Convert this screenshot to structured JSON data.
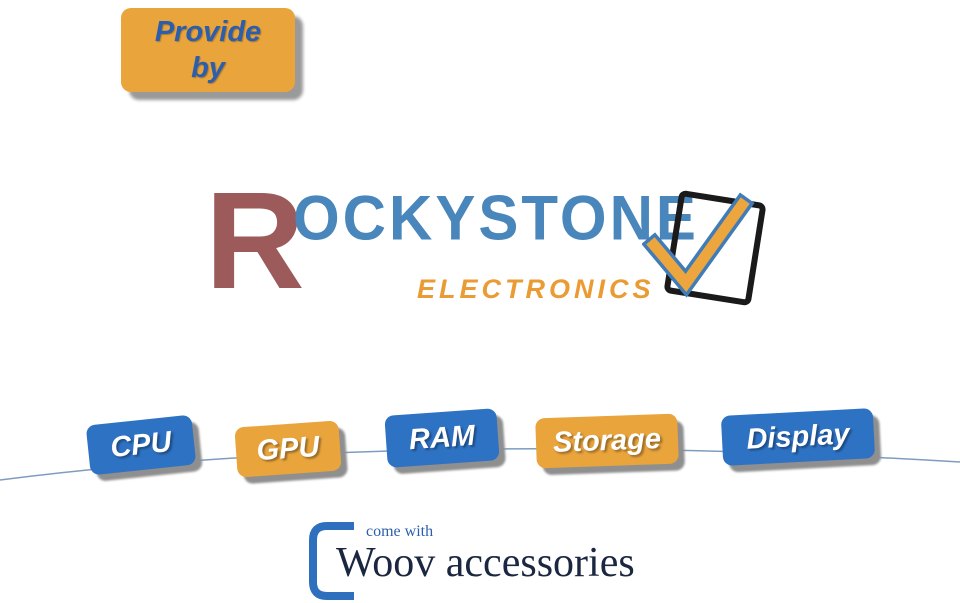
{
  "colors": {
    "blue": "#2e72c4",
    "orange": "#e9a43c",
    "logo_blue": "#4886bb",
    "logo_maroon": "#9c5a5a",
    "logo_orange": "#eb9b33",
    "footer_blue": "#2b5fad",
    "footer_text": "#1b2740",
    "curve": "#7d9cc0"
  },
  "provide_badge": {
    "text": "Provide by"
  },
  "logo": {
    "initial": "R",
    "name_rest": "OCKYSTONE",
    "subtitle": "ELECTRONICS"
  },
  "spec_buttons": [
    {
      "label": "CPU",
      "color": "blue"
    },
    {
      "label": "GPU",
      "color": "orange"
    },
    {
      "label": "RAM",
      "color": "blue"
    },
    {
      "label": "Storage",
      "color": "orange"
    },
    {
      "label": "Display",
      "color": "blue"
    }
  ],
  "footer": {
    "tagline": "come with",
    "brand": "Woov accessories"
  }
}
